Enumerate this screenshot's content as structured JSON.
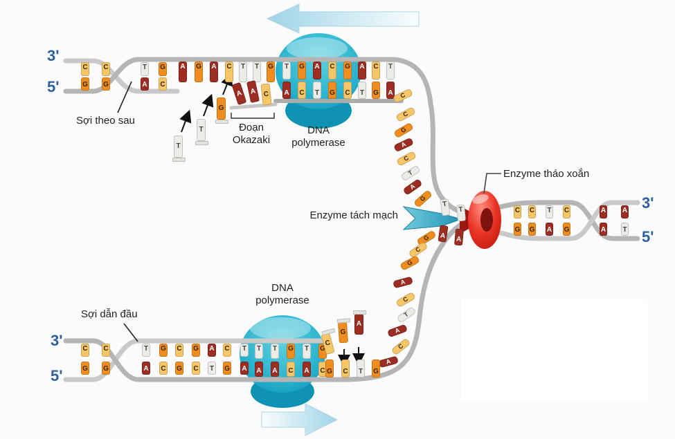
{
  "labels": {
    "lagging_strand": "Sợi theo sau",
    "leading_strand": "Sợi dẫn đầu",
    "okazaki": [
      "Đoạn",
      "Okazaki"
    ],
    "polymerase_top": [
      "DNA",
      "polymerase"
    ],
    "polymerase_bottom": [
      "DNA",
      "polymerase"
    ],
    "separator_enzyme": "Enzyme tách mạch",
    "unwinding_enzyme": "Enzyme tháo xoắn",
    "prime_3": "3'",
    "prime_5": "5'"
  },
  "colors": {
    "base_A": "#9b2d23",
    "base_G": "#ef8e1e",
    "base_C": "#f7c669",
    "base_T": "#ebebe8",
    "strand": "#b5b5b5",
    "polymerase": "#1ba3c3",
    "helicase": "#dd2217",
    "direction_arrow": "#9fd4e7",
    "separator_arrow": "#35aac6",
    "prime_label": "#2c5f9e",
    "text": "#1f1f1f"
  },
  "sequences": {
    "top_helix_left": [
      [
        "C",
        "G"
      ],
      [
        "C",
        "G"
      ]
    ],
    "top_helix_right": [
      [
        "T",
        "A"
      ],
      [
        "G",
        "C"
      ]
    ],
    "top_singles": [
      "A",
      "G",
      "A",
      "C",
      "T",
      "T",
      "G"
    ],
    "top_polymerase_pairs": [
      [
        "T",
        "A"
      ],
      [
        "G",
        "C"
      ],
      [
        "A",
        "T"
      ],
      [
        "C",
        "G"
      ],
      [
        "G",
        "C"
      ],
      [
        "A",
        "T"
      ]
    ],
    "top_exit_pairs": [
      [
        "C",
        "G"
      ],
      [
        "T",
        "A"
      ]
    ],
    "upper_branch": [
      "C",
      "C",
      "G",
      "A",
      "C",
      "T",
      "A",
      "G"
    ],
    "fork_top": [
      "T",
      "T"
    ],
    "fork_bottom": [
      "A",
      "A"
    ],
    "right_helix_left": [
      [
        "C",
        "G"
      ],
      [
        "C",
        "G"
      ],
      [
        "T",
        "A"
      ],
      [
        "C",
        "G"
      ]
    ],
    "right_helix_right": [
      [
        "A",
        "A"
      ],
      [
        "A",
        "T"
      ]
    ],
    "lower_branch": [
      "G",
      "C",
      "G",
      "A",
      "C",
      "T",
      "A",
      "C",
      "A"
    ],
    "bottom_helix_left": [
      [
        "C",
        "G"
      ],
      [
        "C",
        "G"
      ]
    ],
    "bottom_mid_pairs": [
      [
        "T",
        "A"
      ],
      [
        "G",
        "C"
      ],
      [
        "C",
        "G"
      ],
      [
        "G",
        "C"
      ],
      [
        "A",
        "T"
      ],
      [
        "C",
        "G"
      ],
      [
        "T",
        "A"
      ]
    ],
    "bottom_polymerase_pairs": [
      [
        "T",
        "A"
      ],
      [
        "T",
        "A"
      ],
      [
        "G",
        "C"
      ],
      [
        "T",
        "A"
      ],
      [
        "G",
        "C"
      ]
    ],
    "bottom_landing": [
      "G",
      "C",
      "T",
      "G"
    ],
    "bottom_free": [
      "C",
      "G",
      "A"
    ],
    "top_free": [
      "T",
      "T",
      "G"
    ],
    "okazaki_fragment": [
      "A",
      "A",
      "C"
    ]
  }
}
